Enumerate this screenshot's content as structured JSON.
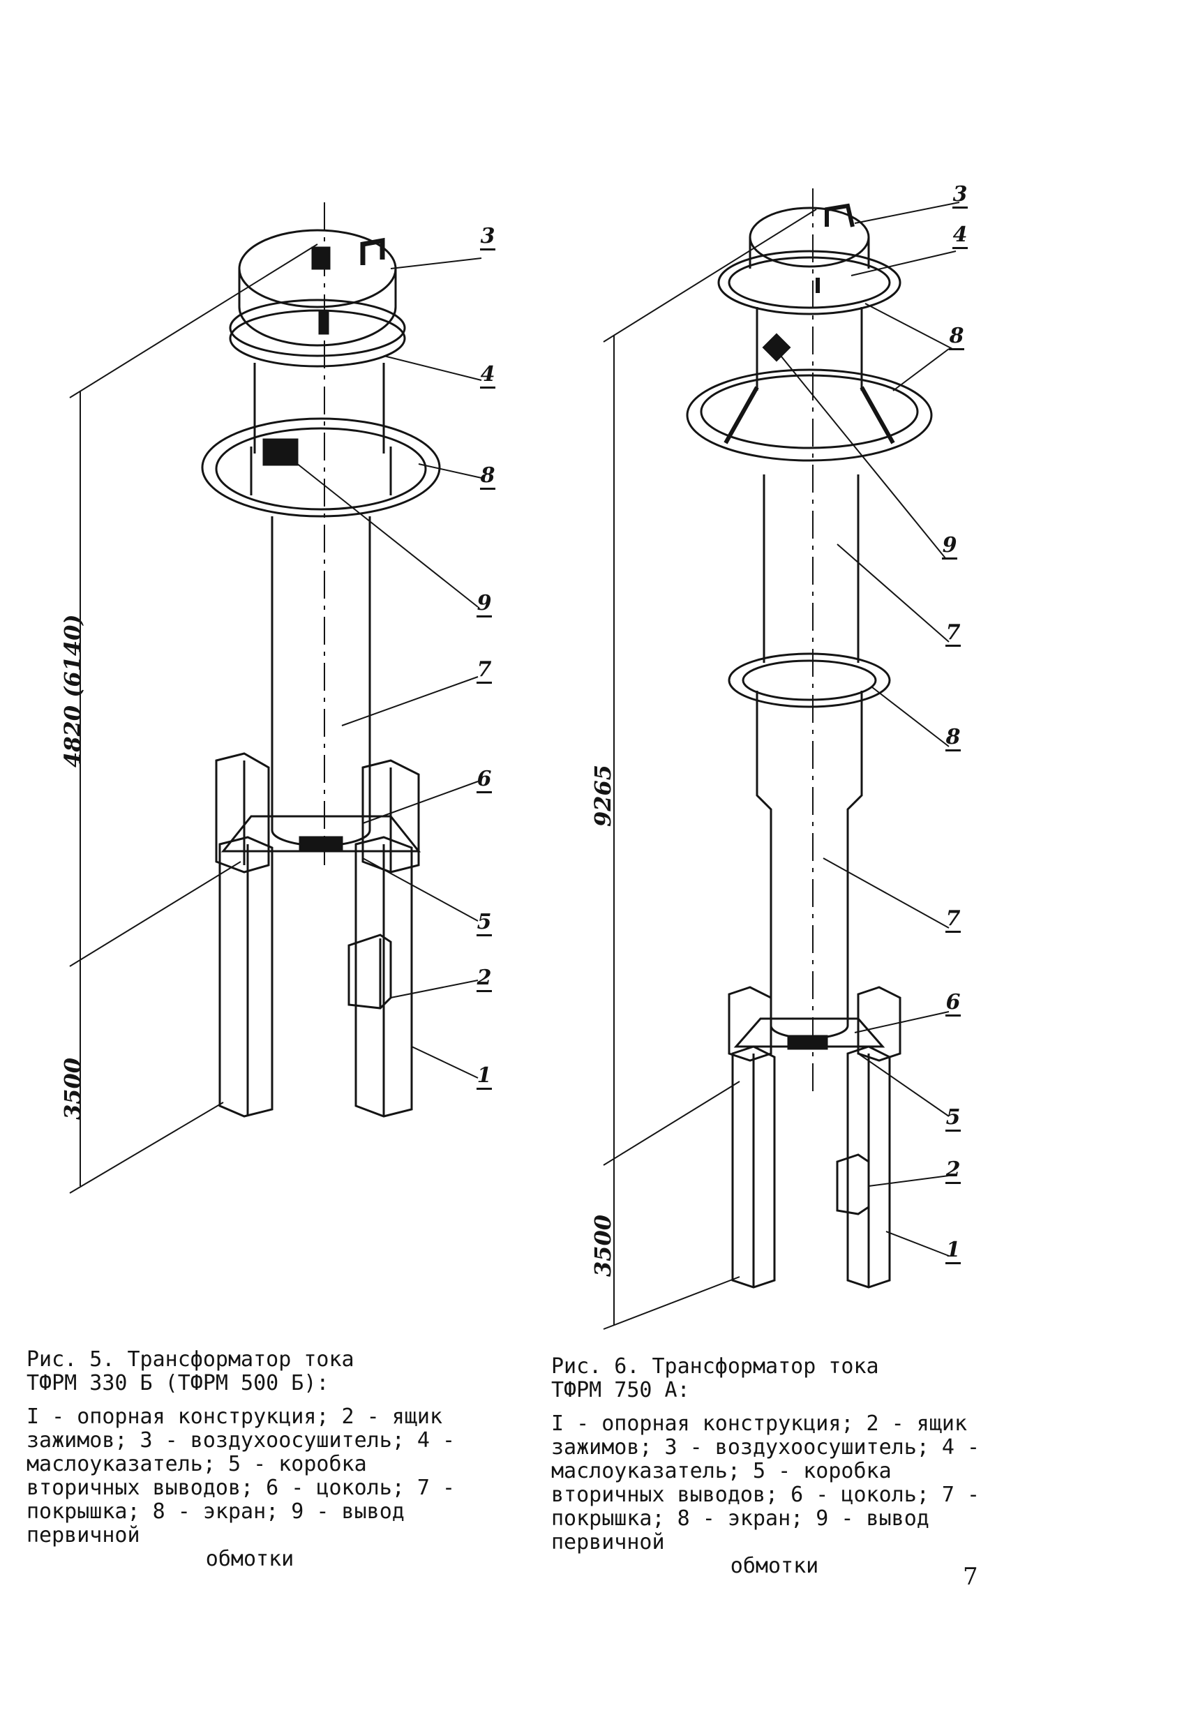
{
  "figure5": {
    "labels": {
      "n3": "3",
      "n4": "4",
      "n8": "8",
      "n9": "9",
      "n7": "7",
      "n6": "6",
      "n5": "5",
      "n2": "2",
      "n1": "1"
    },
    "dim_total": "4820 (6140)",
    "dim_base": "3500",
    "caption_line1": "Рис. 5. Трансформатор тока",
    "caption_line2": "ТФРМ 330 Б (ТФРМ 500 Б):",
    "caption_desc": "I - опорная конструкция; 2 - ящик зажимов; 3 - воздухоосушитель; 4 - маслоуказатель; 5 - коробка вторичных выводов; 6 - цоколь; 7 - покрышка; 8 - экран; 9 - вывод первичной",
    "caption_tail": "обмотки"
  },
  "figure6": {
    "labels": {
      "n3": "3",
      "n4": "4",
      "n8a": "8",
      "n9": "9",
      "n7a": "7",
      "n8b": "8",
      "n7b": "7",
      "n6": "6",
      "n5": "5",
      "n2": "2",
      "n1": "1"
    },
    "dim_total": "9265",
    "dim_base": "3500",
    "caption_line1": "Рис. 6. Трансформатор тока",
    "caption_line2": "ТФРМ 750 А:",
    "caption_desc": "I - опорная конструкция; 2 - ящик зажимов; 3 - воздухоосушитель; 4 - маслоуказатель; 5 - коробка вторичных выводов; 6 - цоколь; 7 - покрышка; 8 - экран; 9 - вывод первичной",
    "caption_tail": "обмотки"
  },
  "page_number": "7"
}
